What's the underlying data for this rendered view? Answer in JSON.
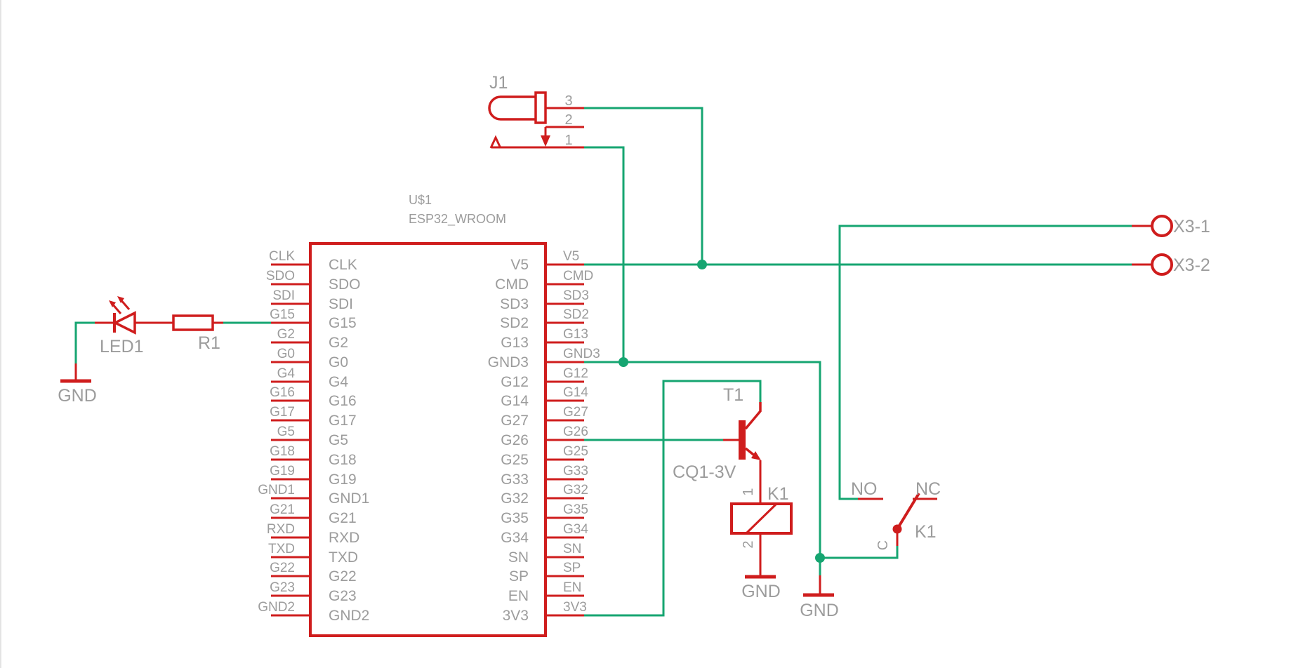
{
  "colors": {
    "wire_green": "#16a571",
    "symbol_red": "#cf1d1d",
    "label_gray": "#9c9c9c",
    "background": "#ffffff"
  },
  "schematic": {
    "ic": {
      "refdes": "U$1",
      "value": "ESP32_WROOM",
      "pins_left": [
        "CLK",
        "SDO",
        "SDI",
        "G15",
        "G2",
        "G0",
        "G4",
        "G16",
        "G17",
        "G5",
        "G18",
        "G19",
        "GND1",
        "G21",
        "RXD",
        "TXD",
        "G22",
        "G23",
        "GND2"
      ],
      "pins_right": [
        "V5",
        "CMD",
        "SD3",
        "SD2",
        "G13",
        "GND3",
        "G12",
        "G14",
        "G27",
        "G26",
        "G25",
        "G33",
        "G32",
        "G35",
        "G34",
        "SN",
        "SP",
        "EN",
        "3V3"
      ]
    },
    "led": {
      "refdes": "LED1"
    },
    "resistor": {
      "refdes": "R1"
    },
    "jack": {
      "refdes": "J1",
      "pin_3": "3",
      "pin_2": "2",
      "pin_1": "1"
    },
    "transistor": {
      "refdes": "T1"
    },
    "relay_coil": {
      "refdes": "K1",
      "value": "CQ1-3V",
      "pin_1": "1",
      "pin_2": "2"
    },
    "relay_switch": {
      "refdes": "K1",
      "no": "NO",
      "nc": "NC",
      "c": "C"
    },
    "terminal_1": {
      "label": "X3-1"
    },
    "terminal_2": {
      "label": "X3-2"
    },
    "ground_led": {
      "label": "GND"
    },
    "ground_coil": {
      "label": "GND"
    },
    "ground_switch": {
      "label": "GND"
    }
  }
}
